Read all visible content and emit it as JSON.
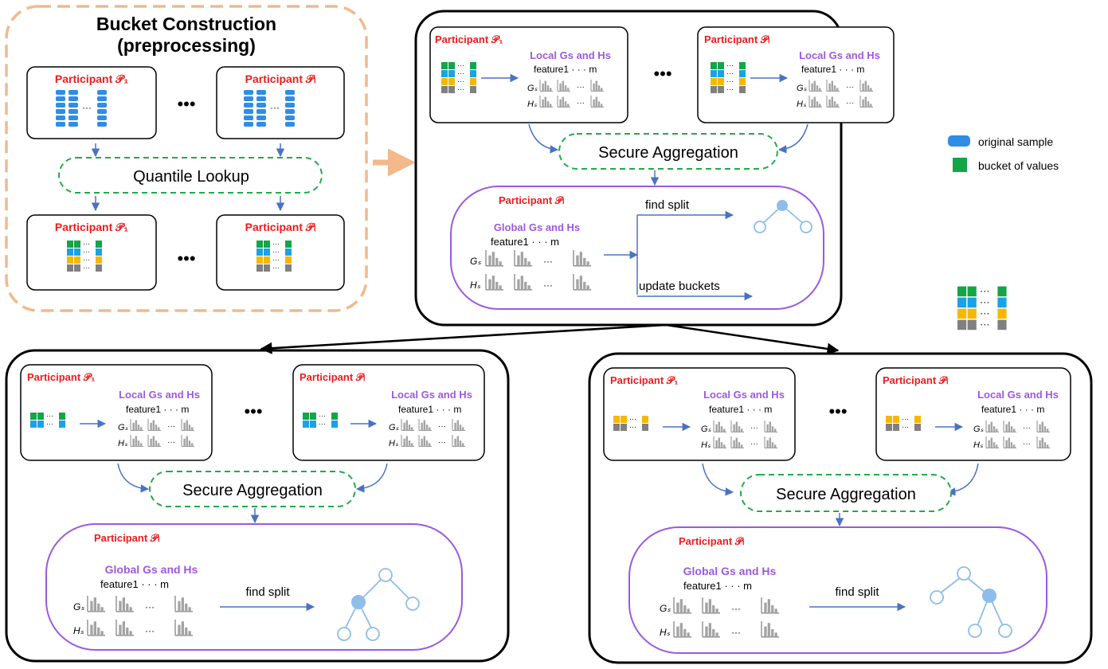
{
  "preprocessing": {
    "title_line1": "Bucket Construction",
    "title_line2": "(preprocessing)",
    "participant_1": "Participant 𝒫₁",
    "participant_l": "Participant 𝒫ₗ",
    "quantile": "Quantile Lookup",
    "ellipsis": "•••"
  },
  "labels": {
    "participant_1": "Participant 𝒫₁",
    "participant_l": "Participant 𝒫ₗ",
    "local": "Local Gs and Hs",
    "global": "Global Gs and Hs",
    "feature_row": "feature1 · · · m",
    "gs": "Gₛ",
    "hs": "Hₛ",
    "dots": "· · ·",
    "secure": "Secure Aggregation",
    "find_split": "find split",
    "update_buckets": "update buckets",
    "ellipsis": "•••"
  },
  "legend": {
    "original": "original sample",
    "bucket": "bucket of values"
  },
  "colors": {
    "box_orange": "#f3b98a",
    "aggregation_green": "#22aa4a",
    "participant_purple": "#9b59e0",
    "arrow_blue": "#4a72c4",
    "sample_blue": "#2f8de4",
    "bucket_green": "#13a548",
    "bucket_cyan": "#1aa2e6",
    "bucket_yellow": "#f5b800",
    "bucket_gray": "#808080",
    "tree_blue": "#8ebde8",
    "participant_red": "#ee1b1b"
  }
}
